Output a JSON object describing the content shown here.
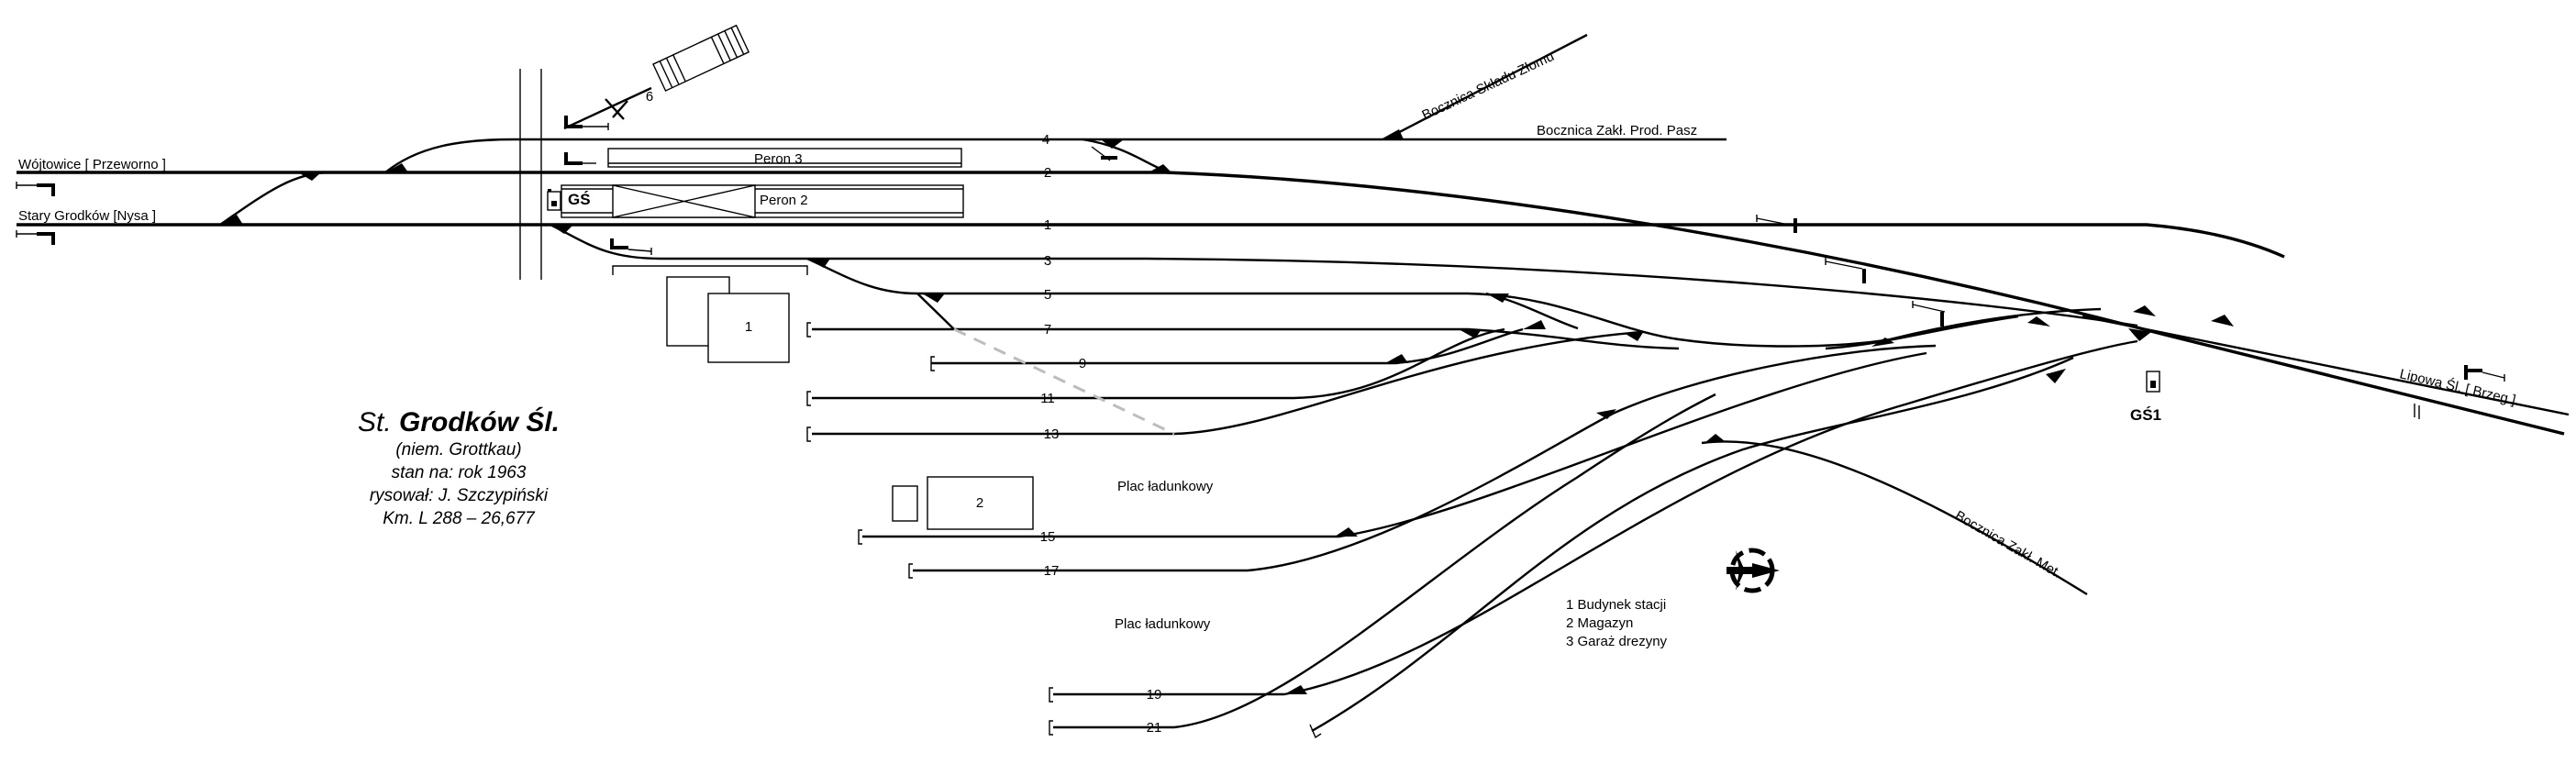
{
  "title": {
    "prefix": "St. ",
    "name": "Grodków Śl.",
    "lines": [
      "(niem. Grottkau)",
      "stan na: rok 1963",
      "rysował: J. Szczypiński",
      "Km. L 288 – 26,677"
    ]
  },
  "directions": {
    "left_upper": "Wójtowice [ Przeworno ]",
    "left_lower": "Stary Grodków [Nysa ]",
    "right": "Lipowa Śl. [ Brzeg ]"
  },
  "sidings": {
    "zlom": "Bocznica Składu Złomu",
    "pasz": "Bocznica Zakł. Prod. Pasz",
    "met": "Bocznica Zakł. Met."
  },
  "platforms": {
    "peron3": "Peron 3",
    "peron2": "Peron 2"
  },
  "signal_box": {
    "gs": "GŚ",
    "gs1": "GŚ1"
  },
  "track_numbers": [
    "1",
    "2",
    "3",
    "4",
    "5",
    "6",
    "7",
    "9",
    "11",
    "13",
    "15",
    "17",
    "19",
    "21"
  ],
  "buildings": {
    "b1": "1",
    "b2": "2"
  },
  "yards": {
    "plac1": "Plac ładunkowy",
    "plac2": "Plac ładunkowy"
  },
  "legend": [
    "1 Budynek stacji",
    "2 Magazyn",
    "3 Garaż drezyny"
  ],
  "compass": {
    "letter": "N"
  }
}
